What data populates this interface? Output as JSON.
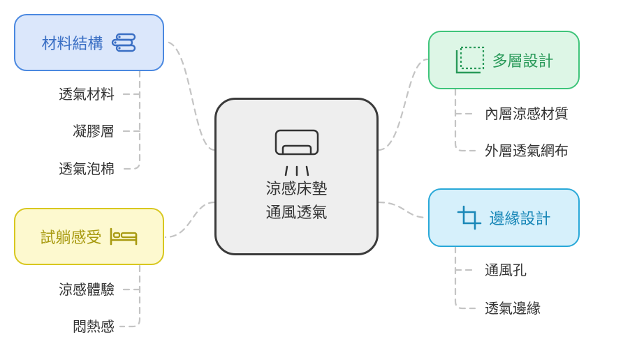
{
  "center": {
    "line1": "涼感床墊",
    "line2": "通風透氣",
    "icon": "air-conditioner-icon"
  },
  "branches": {
    "materials": {
      "label": "材料結構",
      "icon": "layers-icon",
      "color": "#4a88e0",
      "fill": "#dbe7fb",
      "children": [
        "透氣材料",
        "凝膠層",
        "透氣泡棉"
      ]
    },
    "trial": {
      "label": "試躺感受",
      "icon": "bed-icon",
      "color": "#d8c71f",
      "fill": "#fdf9cf",
      "children": [
        "涼感體驗",
        "悶熱感"
      ]
    },
    "layers": {
      "label": "多層設計",
      "icon": "dashed-square-icon",
      "color": "#3ec47a",
      "fill": "#ddf6e6",
      "children": [
        "內層涼感材質",
        "外層透氣網布"
      ]
    },
    "edge": {
      "label": "邊緣設計",
      "icon": "crop-icon",
      "color": "#28a8d8",
      "fill": "#d6f0fb",
      "children": [
        "通風孔",
        "透氣邊緣"
      ]
    }
  }
}
